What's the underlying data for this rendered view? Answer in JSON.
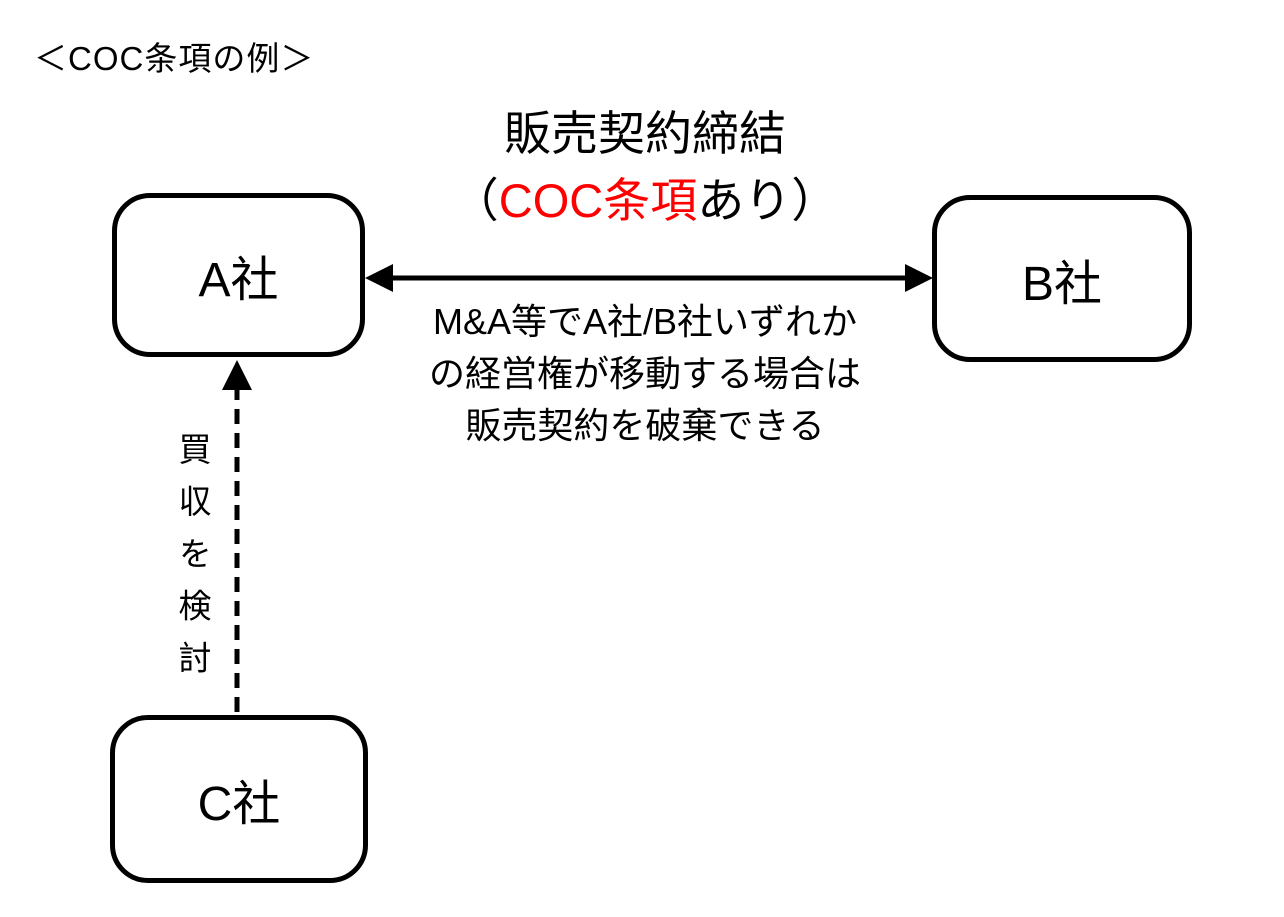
{
  "diagram": {
    "title": "＜COC条項の例＞",
    "contract_label": {
      "line1": "販売契約締結",
      "line2_prefix": "（",
      "line2_highlight": "COC条項",
      "line2_suffix": "あり）"
    },
    "contract_note": {
      "line1": "M&A等でA社/B社いずれか",
      "line2": "の経営権が移動する場合は",
      "line3": "販売契約を破棄できる"
    },
    "companies": {
      "a": "A社",
      "b": "B社",
      "c": "C社"
    },
    "acquisition_label": "買収を検討",
    "colors": {
      "highlight_red": "#FF0000",
      "text_black": "#000000",
      "background": "#FFFFFF"
    }
  }
}
